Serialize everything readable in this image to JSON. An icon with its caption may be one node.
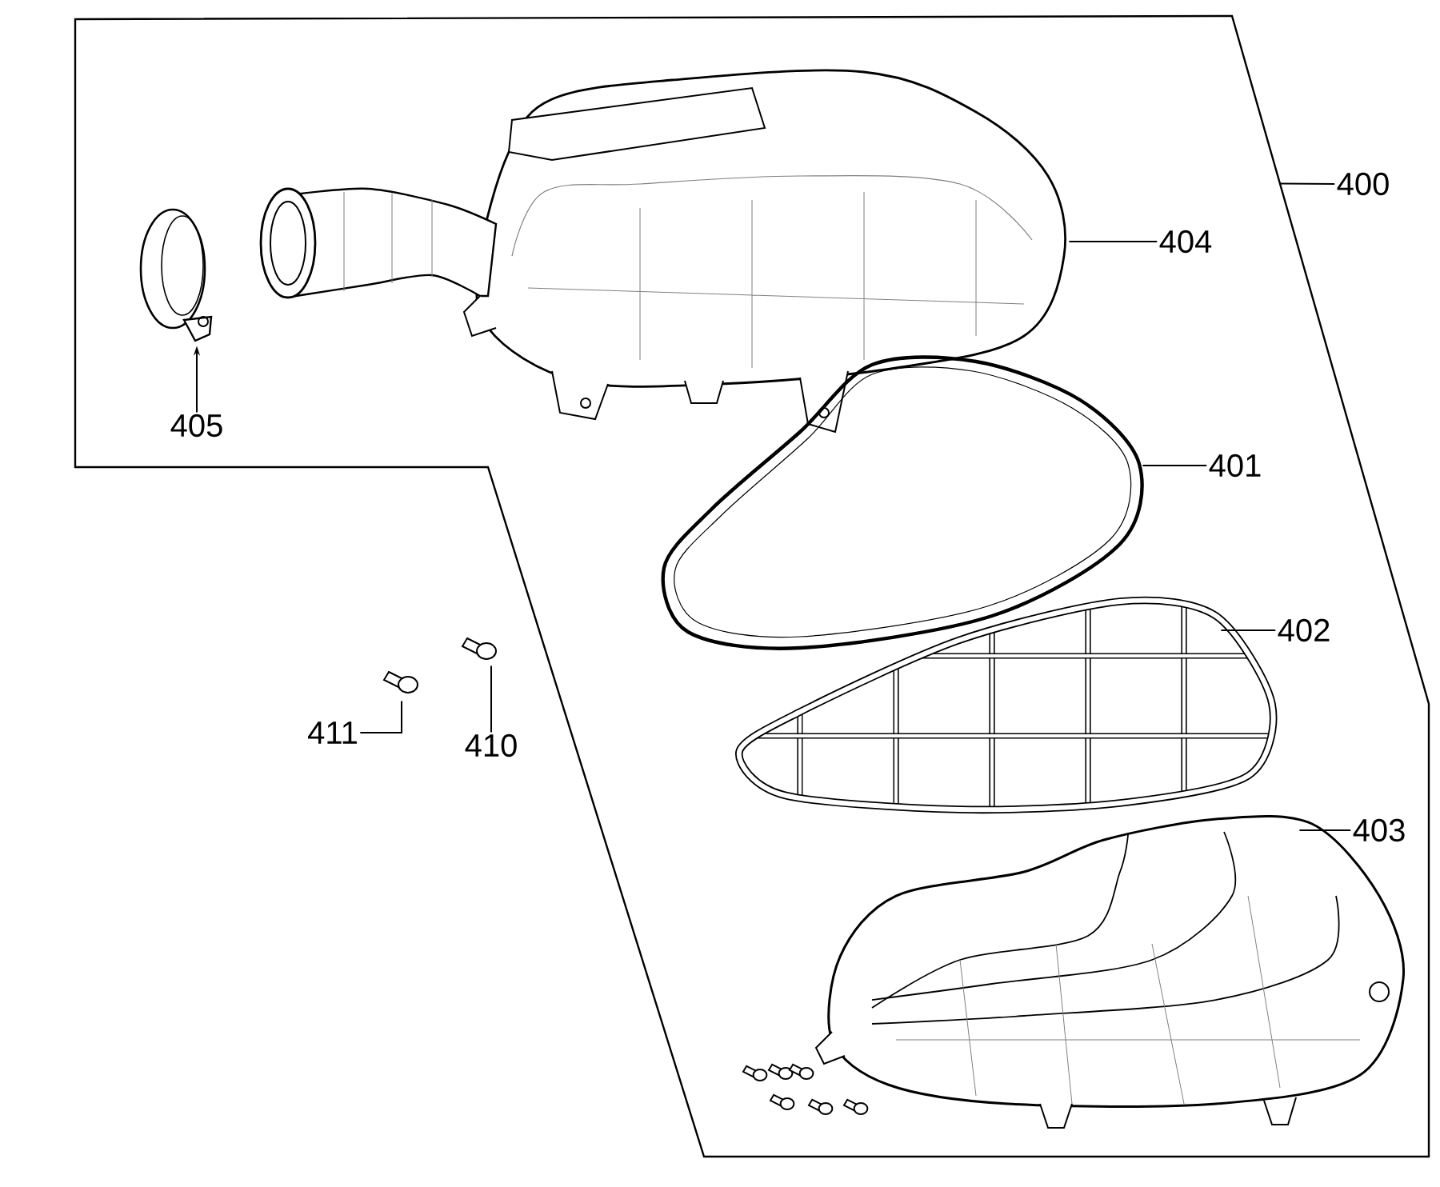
{
  "diagram": {
    "nodes": [
      {
        "text": [],
        "shape": "box"
      },
      {
        "text": [
          "400"
        ]
      },
      {
        "text": [],
        "shape": "picture",
        "in": 0
      },
      {
        "text": [
          "404"
        ],
        "in": 0
      },
      {
        "text": [],
        "shape": "picture",
        "in": 0
      },
      {
        "text": [
          "405"
        ],
        "in": 0
      },
      {
        "text": [],
        "shape": "picture",
        "in": 0
      },
      {
        "text": [
          "401"
        ],
        "in": 0
      },
      {
        "text": [],
        "shape": "picture",
        "in": 0
      },
      {
        "text": [
          "402"
        ],
        "in": 0
      },
      {
        "text": [],
        "shape": "picture",
        "in": 0
      },
      {
        "text": [
          "403"
        ],
        "in": 0
      },
      {
        "text": [],
        "shape": "picture"
      },
      {
        "text": [
          "411"
        ]
      },
      {
        "text": [],
        "shape": "picture"
      },
      {
        "text": [
          "410"
        ]
      }
    ],
    "edges": [
      {
        "from": 1,
        "to": 0,
        "arrow": "none"
      },
      {
        "from": 3,
        "to": 2,
        "arrow": "none"
      },
      {
        "from": 5,
        "to": 4,
        "arrow": "to"
      },
      {
        "from": 7,
        "to": 6,
        "arrow": "none"
      },
      {
        "from": 9,
        "to": 8,
        "arrow": "none"
      },
      {
        "from": 11,
        "to": 10,
        "arrow": "none"
      },
      {
        "from": 13,
        "to": 12,
        "arrow": "none"
      },
      {
        "from": 15,
        "to": 14,
        "arrow": "none"
      }
    ]
  }
}
